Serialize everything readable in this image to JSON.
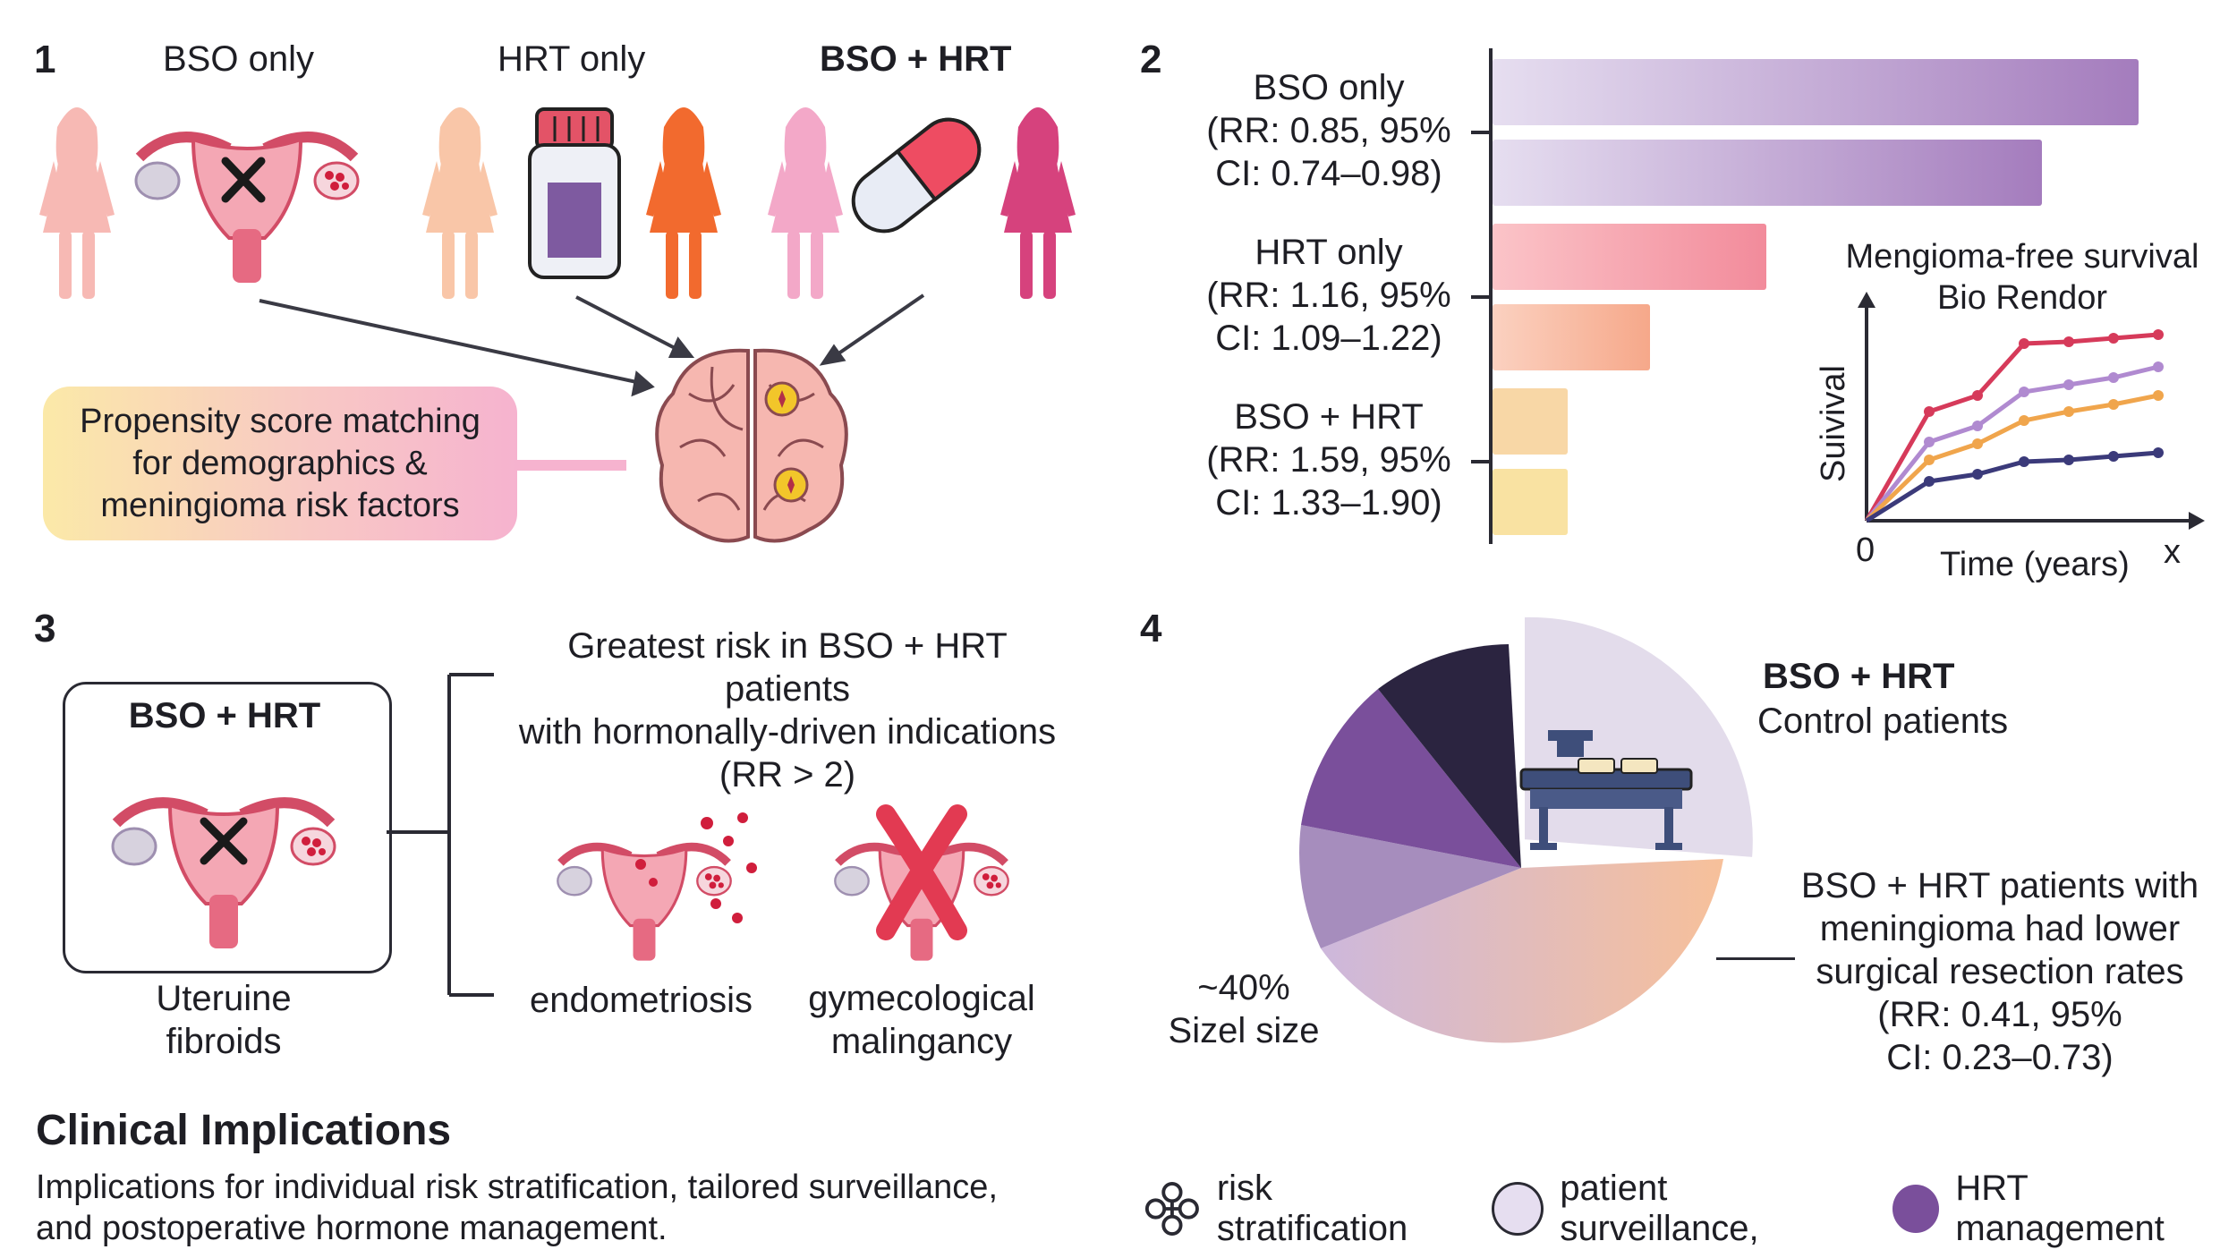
{
  "panel1": {
    "number": "1",
    "groups": [
      "BSO only",
      "HRT only",
      "BSO + HRT"
    ],
    "propensity_lines": [
      "Propensity score matching",
      "for demographics &",
      "meningioma risk factors"
    ]
  },
  "panel2": {
    "number": "2",
    "groups": [
      {
        "lines": [
          "BSO only",
          "(RR: 0.85, 95%",
          "CI: 0.74–0.98)"
        ]
      },
      {
        "lines": [
          "HRT only",
          "(RR: 1.16, 95%",
          "CI: 1.09–1.22)"
        ]
      },
      {
        "lines": [
          "BSO + HRT",
          "(RR: 1.59, 95%",
          "CI: 1.33–1.90)"
        ]
      }
    ],
    "survival_title": [
      "Mengioma-free survival",
      "Bio Rendor"
    ],
    "survival_ylabel": "Suivival",
    "survival_xlabel": "Time (years)",
    "survival_origin": "0",
    "survival_xend": "x"
  },
  "panel3": {
    "number": "3",
    "box_title": "BSO + HRT",
    "box_caption": [
      "Uteruine",
      "fibroids"
    ],
    "risk_text": [
      "Greatest risk in BSO + HRT patients",
      "with hormonally-driven indications",
      "(RR > 2)"
    ],
    "endo_label": "endometriosis",
    "gyn_label": [
      "gymecological",
      "malingancy"
    ]
  },
  "panel4": {
    "number": "4",
    "label_title": "BSO + HRT",
    "label_sub": "Control patients",
    "pct_label": [
      "~40%",
      "Sizel size"
    ],
    "resection_text": [
      "BSO + HRT patients with",
      "meningioma had lower",
      "surgical resection rates",
      "(RR: 0.41, 95%",
      "CI: 0.23–0.73)"
    ]
  },
  "implications": {
    "title": "Clinical Implications",
    "lines": [
      "Implications for individual risk stratification, tailored surveillance,",
      "and postoperative hormone management."
    ]
  },
  "legend": [
    {
      "label": "risk stratification",
      "icon": "network-icon"
    },
    {
      "label": "patient surveillance,",
      "color": "#e6def0"
    },
    {
      "label": "HRT management",
      "color": "#7a4f9b"
    }
  ],
  "colors": {
    "bso_bar": "#b08bc4",
    "hrt_bar": "#f28b9b",
    "combo_bar": "#f7d9a0",
    "curve_red": "#d63a5a",
    "curve_purple": "#b08ad0",
    "curve_orange": "#f0a54c",
    "curve_navy": "#3b3a7a"
  }
}
